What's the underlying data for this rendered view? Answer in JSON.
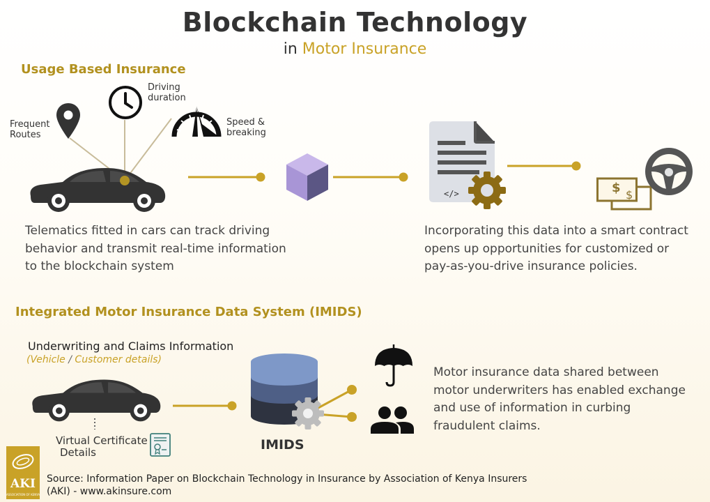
{
  "header": {
    "title": "Blockchain Technology",
    "subtitle_prefix": "in",
    "subtitle_accent": "Motor Insurance"
  },
  "ubi": {
    "heading": "Usage Based Insurance",
    "labels": {
      "frequent_routes": [
        "Frequent",
        "Routes"
      ],
      "driving_duration": [
        "Driving",
        "duration"
      ],
      "speed_braking": [
        "Speed &",
        "breaking"
      ]
    },
    "left_text": [
      "Telematics fitted in cars can track driving",
      "behavior and transmit real-time information",
      "to the blockchain system"
    ],
    "right_text": [
      "Incorporating this data into a smart contract",
      "opens up opportunities for customized or",
      "pay-as-you-drive insurance policies."
    ],
    "code_glyph": "</>",
    "dollar_glyph": "$"
  },
  "imids": {
    "heading": "Integrated Motor Insurance Data System (IMIDS)",
    "underwriting_title": "Underwriting and Claims Information",
    "underwriting_sub": {
      "part1": "(Vehicle",
      "sep": " / ",
      "part2": "Customer details)"
    },
    "certificate_label": [
      "Virtual Certificate",
      "Details"
    ],
    "db_label": "IMIDS",
    "right_text": [
      "Motor insurance data shared between",
      "motor underwriters has enabled exchange",
      "and use of information in curbing",
      "fraudulent claims."
    ]
  },
  "footer": {
    "source_lines": [
      "Source: Information Paper on Blockchain Technology in Insurance  by Association of Kenya Insurers",
      "(AKI) - www.akinsure.com"
    ],
    "logo_text": "AKI",
    "logo_small": "ASSOCIATION OF KENYA INSURERS"
  },
  "colors": {
    "accent_gold": "#c9a227",
    "dark_gold": "#b2911f",
    "dark": "#333333",
    "cube_top": "#c9b8ea",
    "cube_left": "#a895d6",
    "cube_right": "#5b5684",
    "db_top": "#7e98c8",
    "db_mid": "#4e5f86",
    "db_bottom": "#2e3340",
    "gear_gold": "#8c6b14",
    "money": "#8c7430"
  }
}
